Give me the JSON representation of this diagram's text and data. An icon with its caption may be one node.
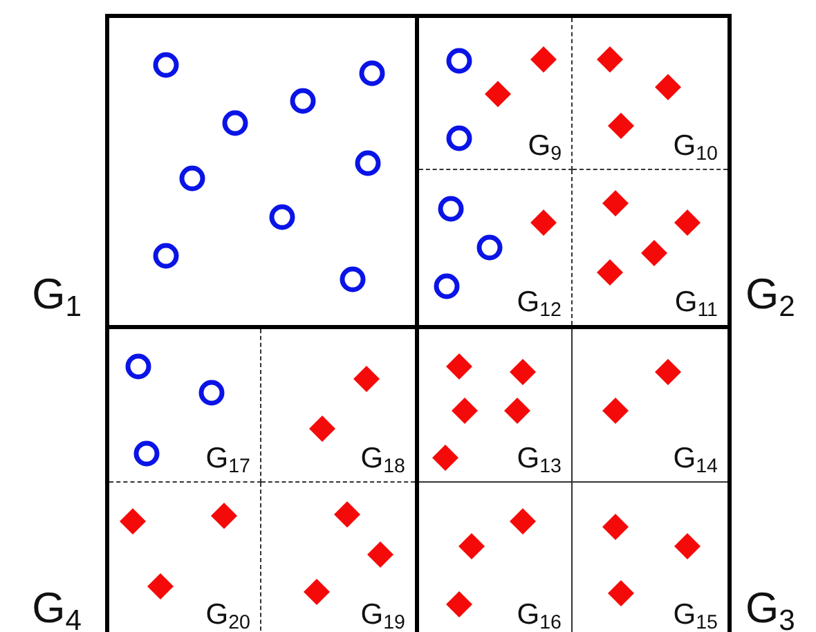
{
  "diagram": {
    "nodes": [
      {
        "text": [
          "G$_{1}$"
        ]
      },
      {
        "text": [
          "G$_{2}$"
        ]
      },
      {
        "text": [
          "G$_{9}$"
        ],
        "in": 1
      },
      {
        "text": [
          "G$_{10}$"
        ],
        "in": 1
      },
      {
        "text": [
          "G$_{12}$"
        ],
        "in": 1
      },
      {
        "text": [
          "G$_{11}$"
        ],
        "in": 1
      },
      {
        "text": [
          "G$_{4}$"
        ]
      },
      {
        "text": [
          "G$_{17}$"
        ],
        "in": 6
      },
      {
        "text": [
          "G$_{18}$"
        ],
        "in": 6
      },
      {
        "text": [
          "G$_{20}$"
        ],
        "in": 6
      },
      {
        "text": [
          "G$_{19}$"
        ],
        "in": 6
      },
      {
        "text": [
          "G$_{3}$"
        ]
      },
      {
        "text": [
          "G$_{13}$"
        ],
        "in": 11
      },
      {
        "text": [
          "G$_{14}$"
        ],
        "in": 11
      },
      {
        "text": [
          "G$_{16}$"
        ],
        "in": 11
      },
      {
        "text": [
          "G$_{15}$"
        ],
        "in": 11
      }
    ]
  }
}
